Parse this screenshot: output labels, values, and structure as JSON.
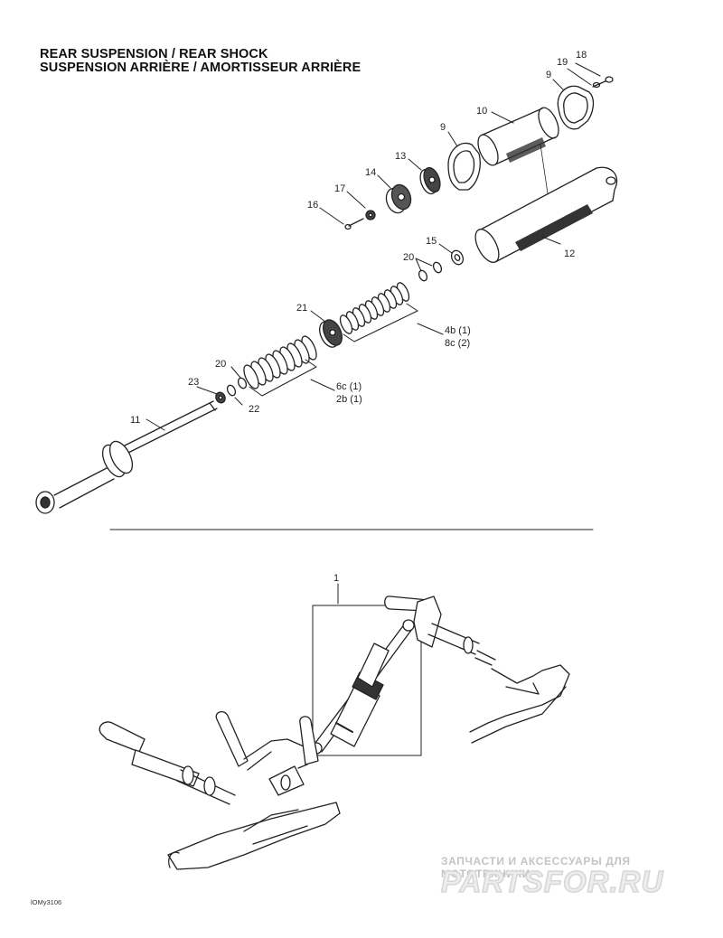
{
  "title": {
    "line1": "REAR SUSPENSION / REAR SHOCK",
    "line2": "SUSPENSION ARRIÈRE / AMORTISSEUR ARRIÈRE"
  },
  "callouts": {
    "c18": "18",
    "c19": "19",
    "c9a": "9",
    "c10": "10",
    "c9b": "9",
    "c13": "13",
    "c14": "14",
    "c17": "17",
    "c16": "16",
    "c15": "15",
    "c12": "12",
    "c20a": "20",
    "c21": "21",
    "c4b": "4b (1)",
    "c8c": "8c (2)",
    "c20b": "20",
    "c23": "23",
    "c22": "22",
    "c6c": "6c (1)",
    "c2b": "2b (1)",
    "c11": "11",
    "c1": "1"
  },
  "figure_code": "lOMy3106",
  "watermark": {
    "tagline": "ЗАПЧАСТИ И АКСЕССУАРЫ ДЛЯ МОТОТЕХНИКИ",
    "logo": "PARTSFOR.RU"
  }
}
